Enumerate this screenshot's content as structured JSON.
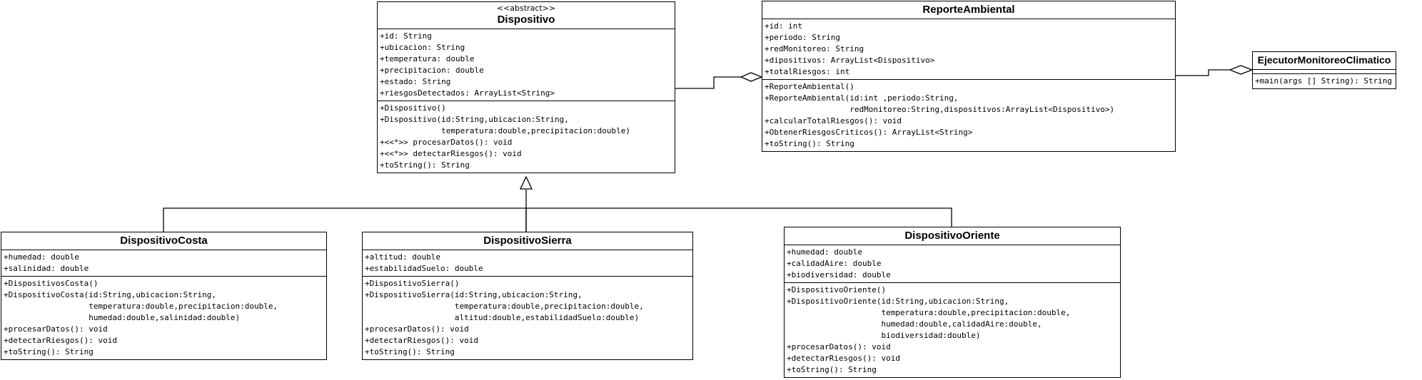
{
  "classes": {
    "dispositivo": {
      "stereotype": "<<abstract>>",
      "name": "Dispositivo",
      "attributes": [
        "+id: String",
        "+ubicacion: String",
        "+temperatura: double",
        "+precipitacion: double",
        "+estado: String",
        "+riesgosDetectados: ArrayList<String>"
      ],
      "operations": [
        "+Dispositivo()",
        "+Dispositivo(id:String,ubicacion:String,",
        "             temperatura:double,precipitacion:double)",
        "+<<*>> procesarDatos(): void",
        "+<<*>> detectarRiesgos(): void",
        "+toString(): String"
      ]
    },
    "reporte": {
      "name": "ReporteAmbiental",
      "attributes": [
        "+id: int",
        "+periodo: String",
        "+redMonitoreo: String",
        "+dipositivos: ArrayList<Dispositivo>",
        "+totalRiesgos: int"
      ],
      "operations": [
        "+ReporteAmbiental()",
        "+ReporteAmbiental(id:int ,periodo:String,",
        "                  redMonitoreo:String,dispositivos:ArrayList<Dispositivo>)",
        "+calcularTotalRiesgos(): void",
        "+ObtenerRiesgosCriticos(): ArrayList<String>",
        "+toString(): String"
      ]
    },
    "ejecutor": {
      "name": "EjecutorMonitoreoClimatico",
      "attributes": [],
      "operations": [
        "+main(args [] String): String"
      ]
    },
    "costa": {
      "name": "DispositivoCosta",
      "attributes": [
        "+humedad: double",
        "+salinidad: double"
      ],
      "operations": [
        "+DispositivosCosta()",
        "+DispositivoCosta(id:String,ubicacion:String,",
        "                  temperatura:double,precipitacion:double,",
        "                  humedad:double,salinidad:double)",
        "+procesarDatos(): void",
        "+detectarRiesgos(): void",
        "+toString(): String"
      ]
    },
    "sierra": {
      "name": "DispositivoSierra",
      "attributes": [
        "+altitud: double",
        "+estabilidadSuelo: double"
      ],
      "operations": [
        "+DispositivoSierra()",
        "+DispositivoSierra(id:String,ubicacion:String,",
        "                   temperatura:double,precipitacion:double,",
        "                   altitud:double,estabilidadSuelo:double)",
        "+procesarDatos(): void",
        "+detectarRiesgos(): void",
        "+toString(): String"
      ]
    },
    "oriente": {
      "name": "DispositivoOriente",
      "attributes": [
        "+humedad: double",
        "+calidadAire: double",
        "+biodiversidad: double"
      ],
      "operations": [
        "+DispositivoOriente()",
        "+DispositivoOriente(id:String,ubicacion:String,",
        "                    temperatura:double,precipitacion:double,",
        "                    humedad:double,calidadAire:double,",
        "                    biodiversidad:double)",
        "+procesarDatos(): void",
        "+detectarRiesgos(): void",
        "+toString(): String"
      ]
    }
  }
}
